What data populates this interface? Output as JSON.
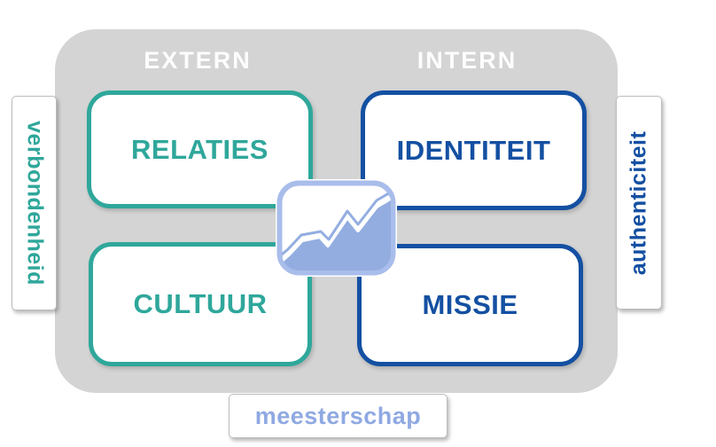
{
  "panel": {
    "extern_label": "EXTERN",
    "intern_label": "INTERN"
  },
  "quadrants": [
    {
      "id": "relaties",
      "label": "RELATIES",
      "column": "extern",
      "color": "#2fa79b"
    },
    {
      "id": "identiteit",
      "label": "IDENTITEIT",
      "column": "intern",
      "color": "#1450a2"
    },
    {
      "id": "cultuur",
      "label": "CULTUUR",
      "column": "extern",
      "color": "#2fa79b"
    },
    {
      "id": "missie",
      "label": "MISSIE",
      "column": "intern",
      "color": "#1450a2"
    }
  ],
  "side_labels": {
    "left": "verbondenheid",
    "right": "authenticiteit",
    "bottom": "meesterschap"
  },
  "center_icon": "growth-area-chart-icon",
  "colors": {
    "panel_gray": "#d4d4d4",
    "teal": "#2fa79b",
    "dark_blue": "#1450a2",
    "periwinkle_border": "#a9bdeb",
    "periwinkle_fill": "#93ade1",
    "periwinkle_text": "#8fa9e2",
    "header_text": "#ffffff",
    "tab_border": "#bdbdbd"
  }
}
